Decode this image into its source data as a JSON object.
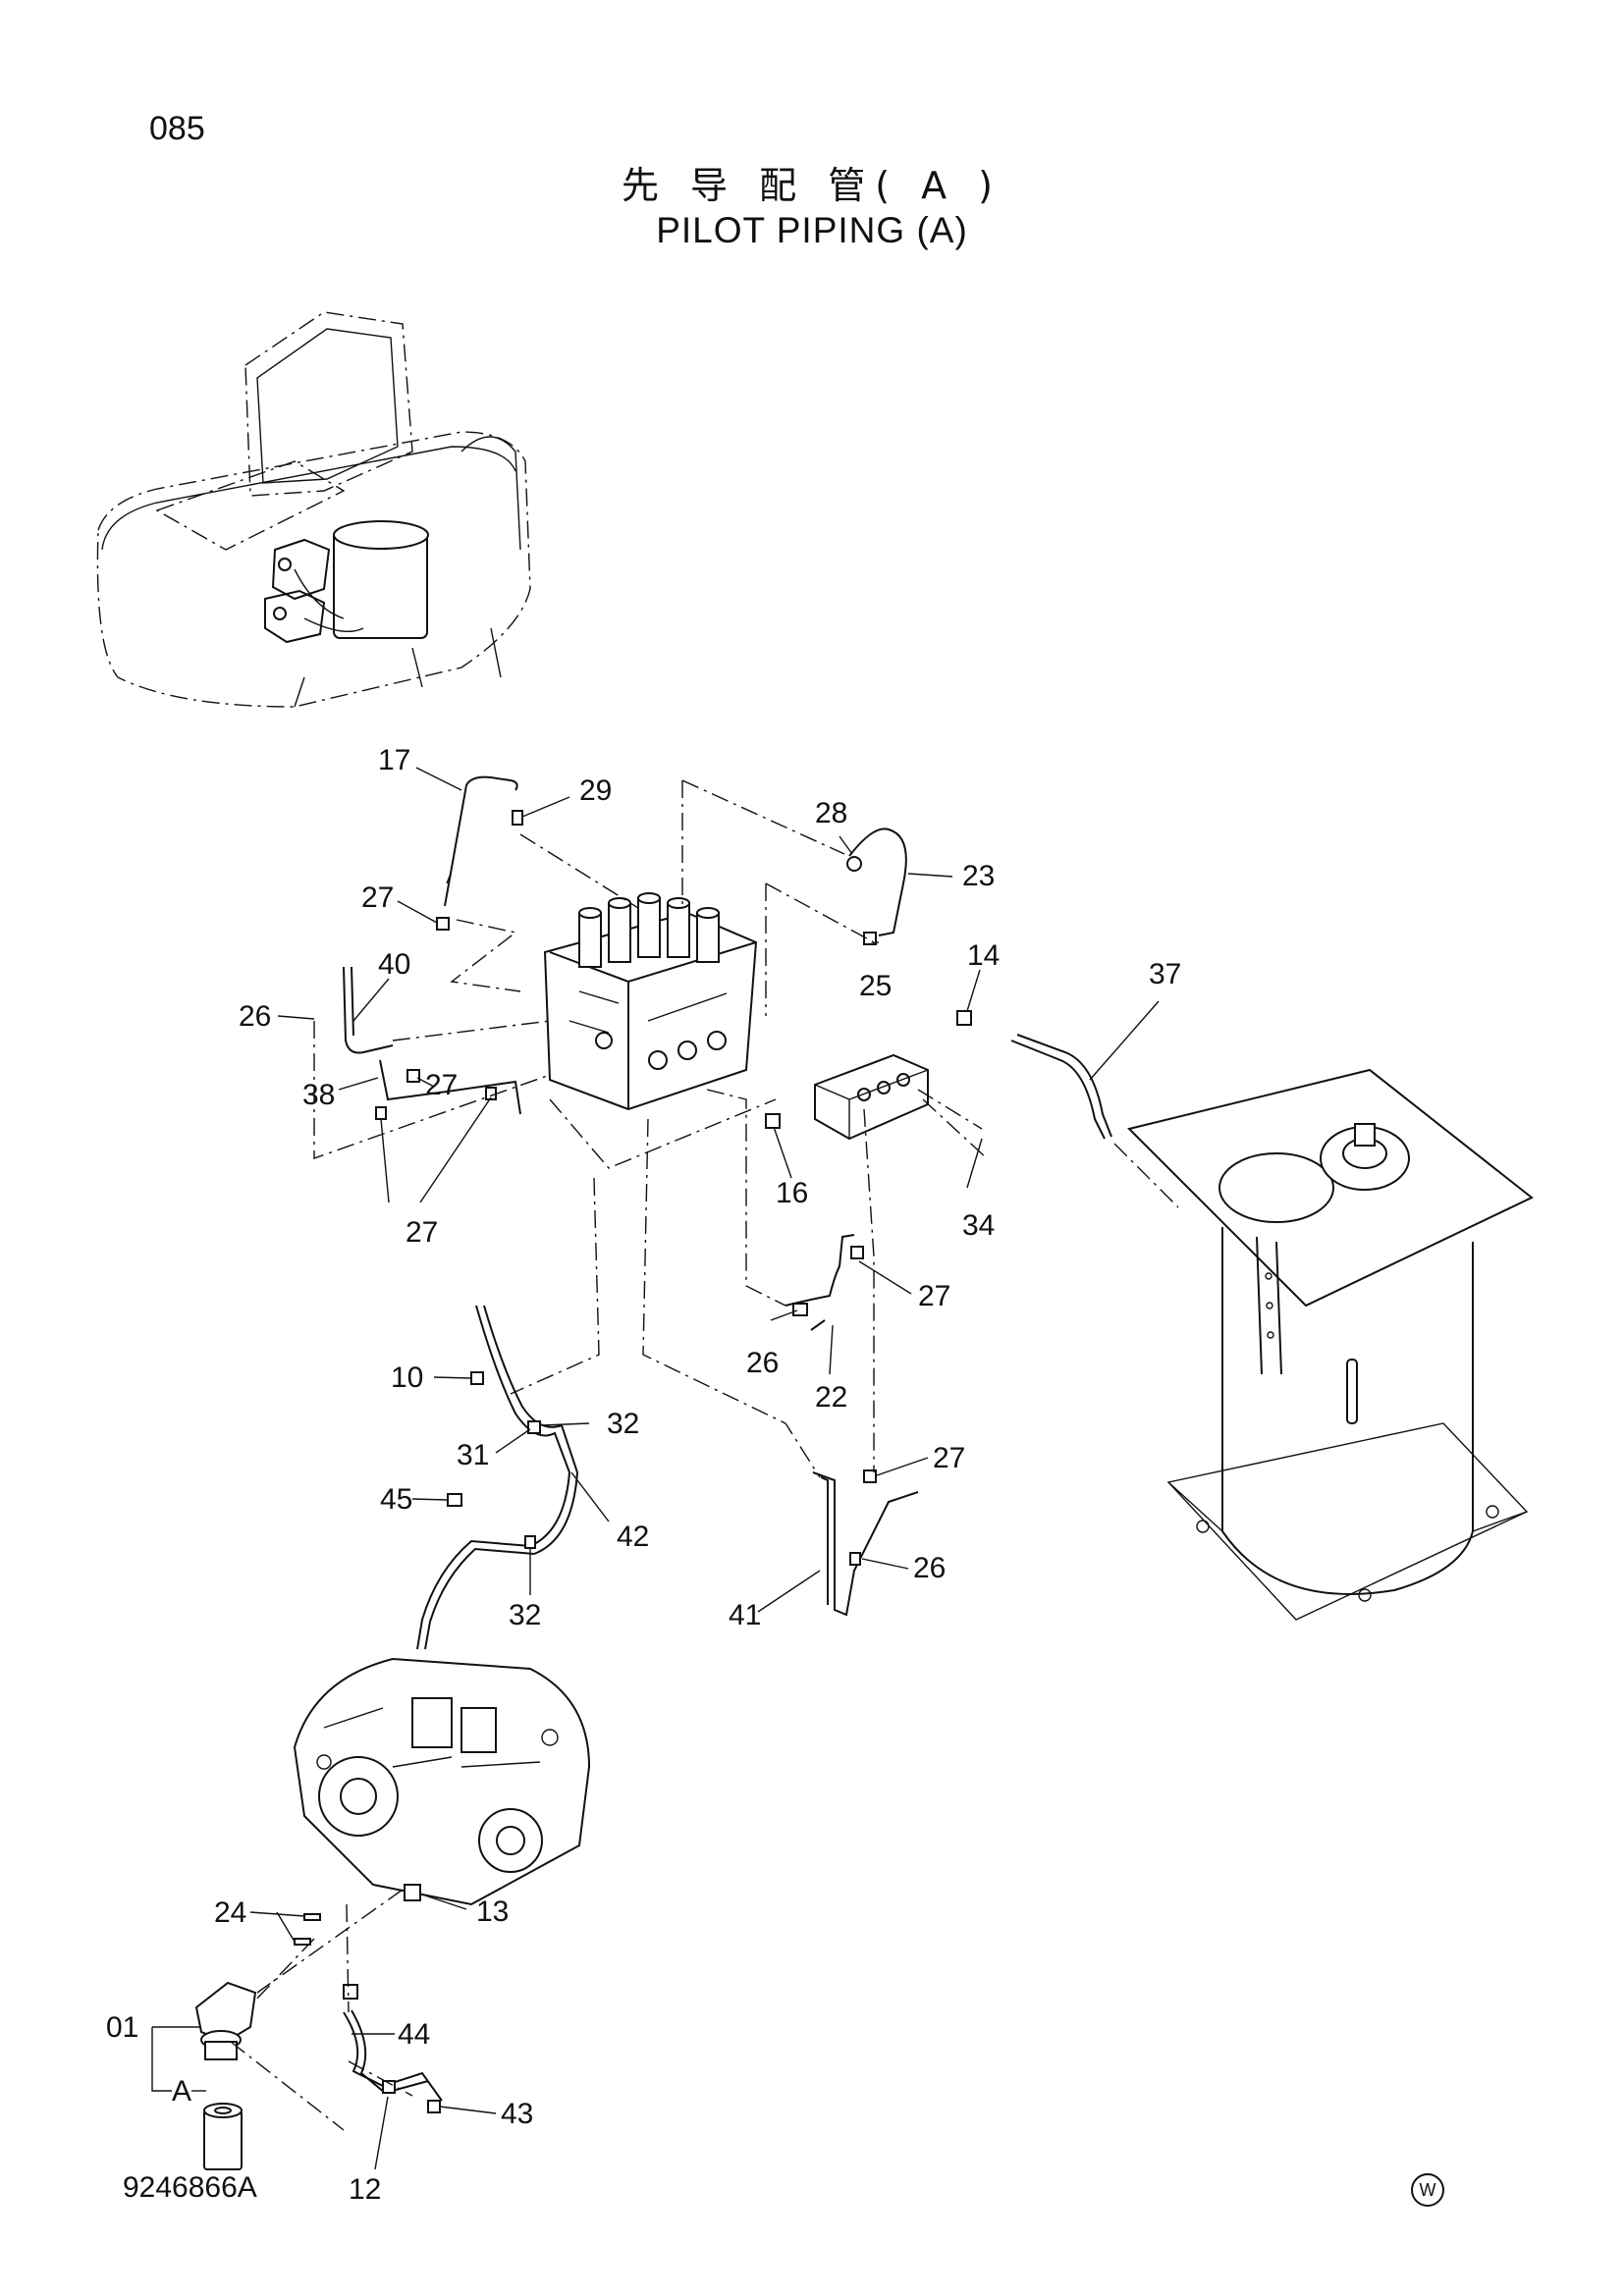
{
  "header": {
    "page_number": "085",
    "title_jp": "先 导 配 管( A )",
    "title_en": "PILOT PIPING (A)"
  },
  "footer": {
    "drawing_number": "9246866A",
    "w_mark": "W"
  },
  "callouts": [
    {
      "id": "c17",
      "label": "17"
    },
    {
      "id": "c29",
      "label": "29"
    },
    {
      "id": "c28",
      "label": "28"
    },
    {
      "id": "c23",
      "label": "23"
    },
    {
      "id": "c27a",
      "label": "27"
    },
    {
      "id": "c25",
      "label": "25"
    },
    {
      "id": "c14",
      "label": "14"
    },
    {
      "id": "c37",
      "label": "37"
    },
    {
      "id": "c40",
      "label": "40"
    },
    {
      "id": "c26a",
      "label": "26"
    },
    {
      "id": "c27b",
      "label": "27"
    },
    {
      "id": "c38",
      "label": "38"
    },
    {
      "id": "c16",
      "label": "16"
    },
    {
      "id": "c34",
      "label": "34"
    },
    {
      "id": "c27c",
      "label": "27"
    },
    {
      "id": "c27d",
      "label": "27"
    },
    {
      "id": "c26b",
      "label": "26"
    },
    {
      "id": "c22",
      "label": "22"
    },
    {
      "id": "c10",
      "label": "10"
    },
    {
      "id": "c32a",
      "label": "32"
    },
    {
      "id": "c31",
      "label": "31"
    },
    {
      "id": "c27e",
      "label": "27"
    },
    {
      "id": "c45",
      "label": "45"
    },
    {
      "id": "c42",
      "label": "42"
    },
    {
      "id": "c32b",
      "label": "32"
    },
    {
      "id": "c26c",
      "label": "26"
    },
    {
      "id": "c41",
      "label": "41"
    },
    {
      "id": "c13",
      "label": "13"
    },
    {
      "id": "c24",
      "label": "24"
    },
    {
      "id": "c01",
      "label": "01"
    },
    {
      "id": "c44",
      "label": "44"
    },
    {
      "id": "cA",
      "label": "A"
    },
    {
      "id": "c43",
      "label": "43"
    },
    {
      "id": "c12",
      "label": "12"
    }
  ]
}
